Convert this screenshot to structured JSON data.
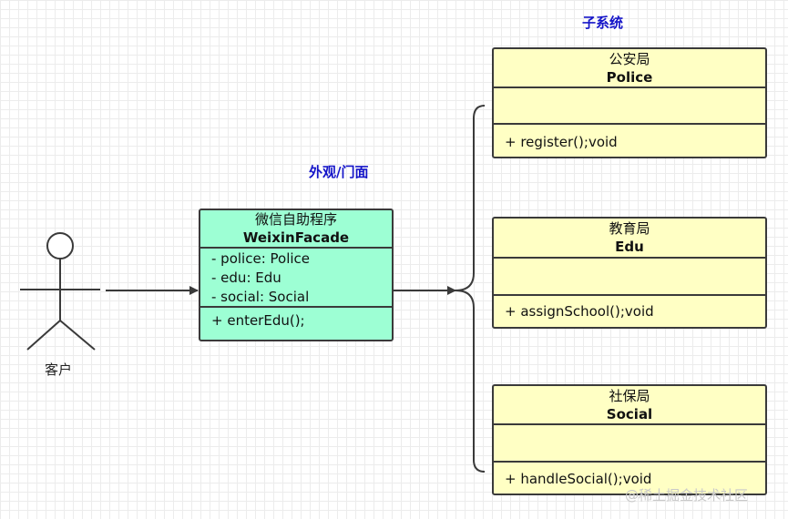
{
  "subsystem_label": "子系统",
  "facade_label": "外观/门面",
  "actor": {
    "label": "客户"
  },
  "facade": {
    "stereotype": "微信自助程序",
    "name": "WeixinFacade",
    "attributes": [
      "- police: Police",
      "- edu: Edu",
      "- social: Social"
    ],
    "methods": [
      "+ enterEdu();"
    ]
  },
  "subsystems": [
    {
      "stereotype": "公安局",
      "name": "Police",
      "method": "+ register();void"
    },
    {
      "stereotype": "教育局",
      "name": "Edu",
      "method": "+ assignSchool();void"
    },
    {
      "stereotype": "社保局",
      "name": "Social",
      "method": "+ handleSocial();void"
    }
  ],
  "watermark": "@稀土掘金技术社区",
  "colors": {
    "facade_fill": "#9dffd4",
    "subsystem_fill": "#ffffc4",
    "label_blue": "#1414c8"
  }
}
